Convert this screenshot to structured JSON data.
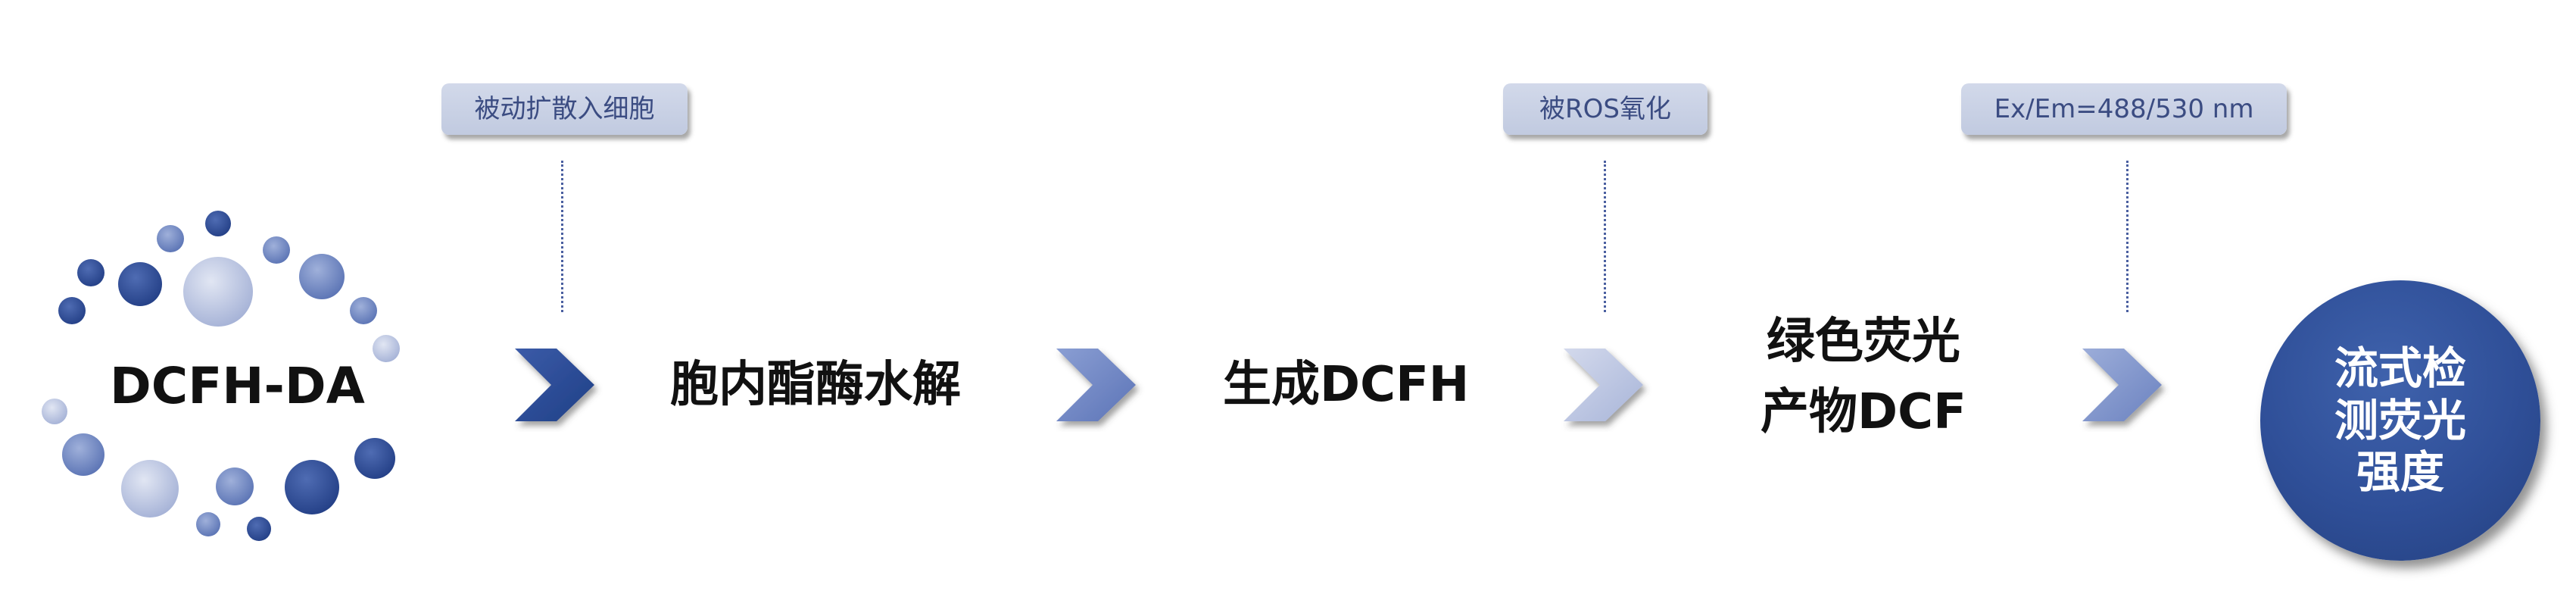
{
  "start": {
    "label": "DCFH-DA"
  },
  "steps": [
    {
      "label": "胞内酯酶水解"
    },
    {
      "label": "生成DCFH"
    },
    {
      "label": "绿色荧光\n产物DCF"
    }
  ],
  "annotations": [
    {
      "label": "被动扩散入细胞"
    },
    {
      "label": "被ROS氧化"
    },
    {
      "label": "Ex/Em=488/530 nm"
    }
  ],
  "final": {
    "label": "流式检\n测荧光\n强度"
  },
  "colors": {
    "dark_blue": "#2f4f98",
    "mid_blue": "#7087c3",
    "light_blue": "#c9d1e6",
    "tag_text": "#3b4c82"
  },
  "icons": [
    "chevron-right-icon",
    "dotted-connector-line",
    "dot-ring-molecule-icon"
  ]
}
